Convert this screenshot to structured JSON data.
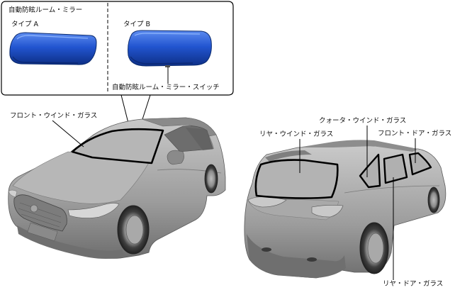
{
  "inset": {
    "title": "自動防眩ルーム・ミラー",
    "type_a": "タイプ A",
    "type_b": "タイプ B",
    "switch_label": "自動防眩ルーム・ミラー・スイッチ"
  },
  "callouts": {
    "front_windshield": "フロント・ウインド・ガラス",
    "rear_windshield": "リヤ・ウインド・ガラス",
    "quarter_glass": "クォータ・ウインド・ガラス",
    "front_door_glass": "フロント・ドア・ガラス",
    "rear_door_glass": "リヤ・ドア・ガラス"
  },
  "colors": {
    "mirror_blue": "#1e4fc4",
    "car_gray": "#9a9a9a",
    "outline": "#000000"
  }
}
